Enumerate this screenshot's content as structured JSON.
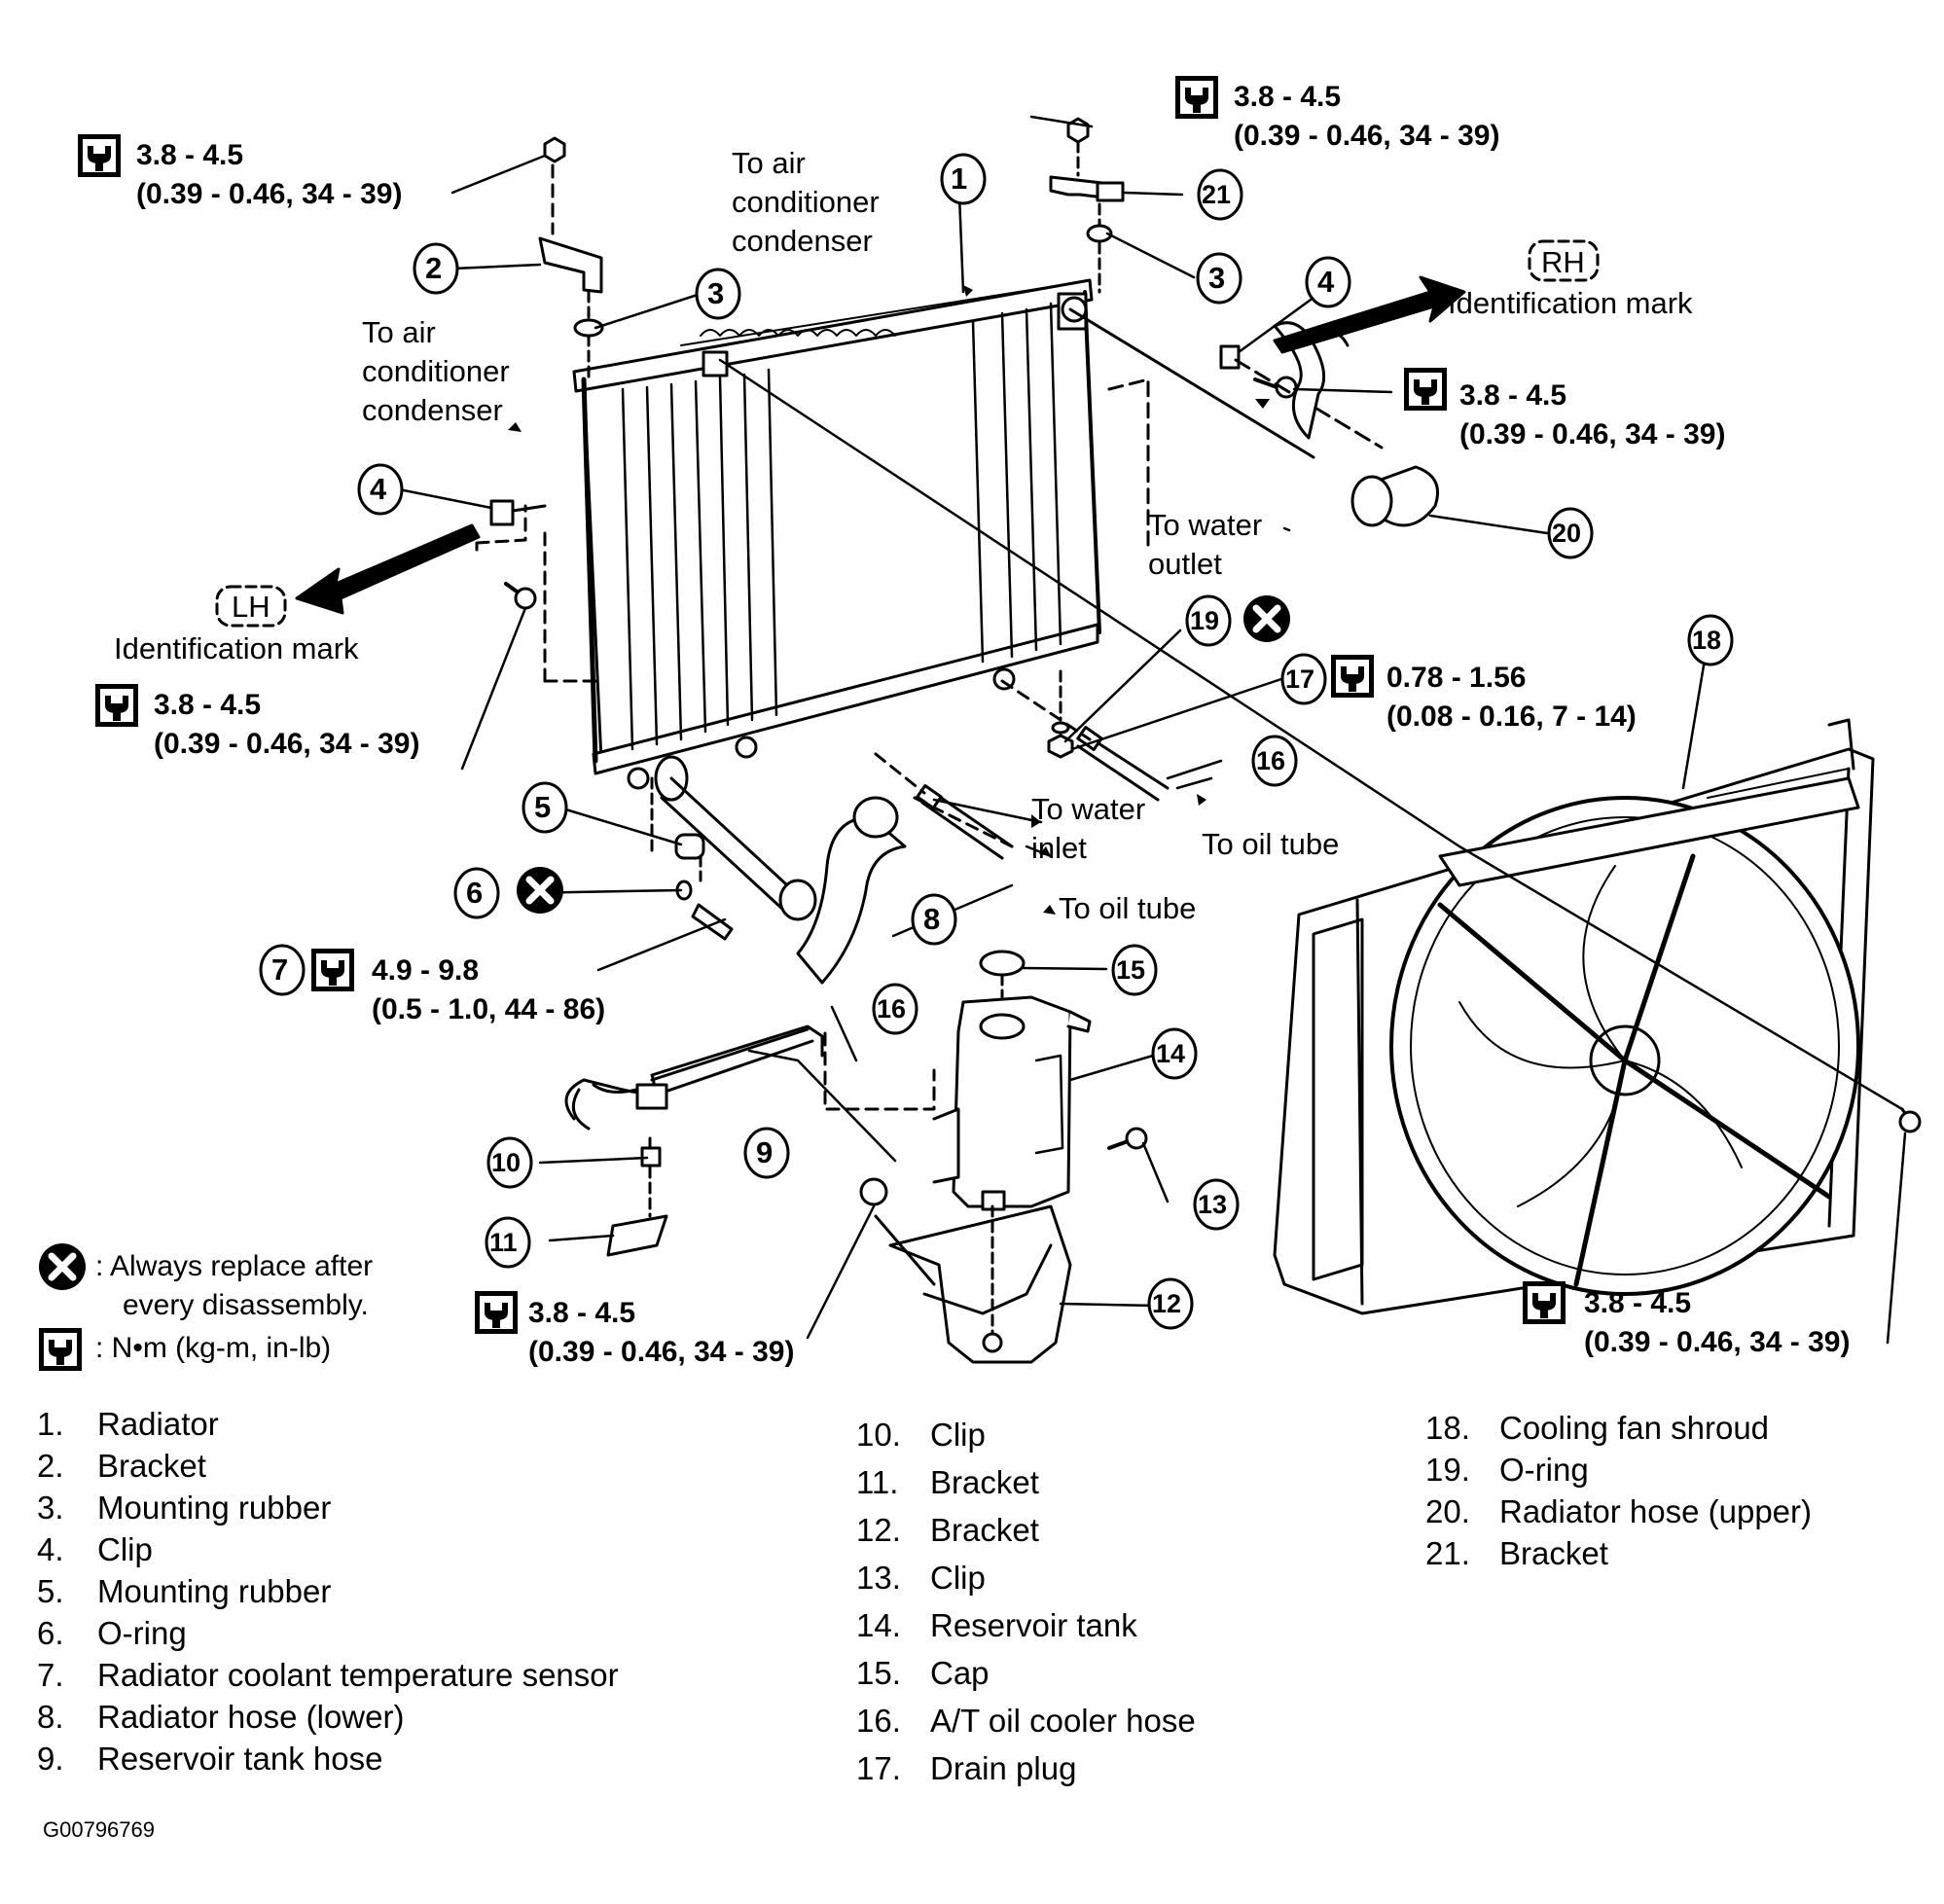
{
  "torque_spec": {
    "value": "3.8 - 4.5",
    "conversion": "(0.39 - 0.46, 34 - 39)"
  },
  "torque_drain_plug": {
    "value": "0.78 - 1.56",
    "conversion": "(0.08 - 0.16, 7 - 14)"
  },
  "torque_sensor": {
    "value": "4.9 - 9.8",
    "conversion": "(0.5 - 1.0, 44 - 86)"
  },
  "annotations": {
    "to_ac_condenser_line1": "To air",
    "to_ac_condenser_line2": "conditioner",
    "to_ac_condenser_line3": "condenser",
    "to_water_outlet_line1": "To water",
    "to_water_outlet_line2": "outlet",
    "to_water_inlet_line1": "To water",
    "to_water_inlet_line2": "inlet",
    "to_oil_tube": "To oil tube",
    "identification_mark": "Identification mark",
    "rh_mark": "RH",
    "lh_mark": "LH"
  },
  "callouts": [
    "1",
    "2",
    "3",
    "4",
    "5",
    "6",
    "7",
    "8",
    "9",
    "10",
    "11",
    "12",
    "13",
    "14",
    "15",
    "16",
    "17",
    "18",
    "19",
    "20",
    "21"
  ],
  "legend": {
    "replace_line1": ": Always replace after",
    "replace_line2": "every disassembly.",
    "torque_unit": ": N•m (kg-m, in-lb)"
  },
  "parts": [
    {
      "num": "1.",
      "name": "Radiator"
    },
    {
      "num": "2.",
      "name": "Bracket"
    },
    {
      "num": "3.",
      "name": "Mounting rubber"
    },
    {
      "num": "4.",
      "name": "Clip"
    },
    {
      "num": "5.",
      "name": "Mounting rubber"
    },
    {
      "num": "6.",
      "name": "O-ring"
    },
    {
      "num": "7.",
      "name": "Radiator coolant temperature sensor"
    },
    {
      "num": "8.",
      "name": "Radiator hose (lower)"
    },
    {
      "num": "9.",
      "name": "Reservoir tank hose"
    },
    {
      "num": "10.",
      "name": "Clip"
    },
    {
      "num": "11.",
      "name": "Bracket"
    },
    {
      "num": "12.",
      "name": "Bracket"
    },
    {
      "num": "13.",
      "name": "Clip"
    },
    {
      "num": "14.",
      "name": "Reservoir tank"
    },
    {
      "num": "15.",
      "name": "Cap"
    },
    {
      "num": "16.",
      "name": "A/T oil cooler hose"
    },
    {
      "num": "17.",
      "name": "Drain plug"
    },
    {
      "num": "18.",
      "name": "Cooling fan shroud"
    },
    {
      "num": "19.",
      "name": "O-ring"
    },
    {
      "num": "20.",
      "name": "Radiator hose (upper)"
    },
    {
      "num": "21.",
      "name": "Bracket"
    }
  ],
  "figure_code": "G00796769"
}
